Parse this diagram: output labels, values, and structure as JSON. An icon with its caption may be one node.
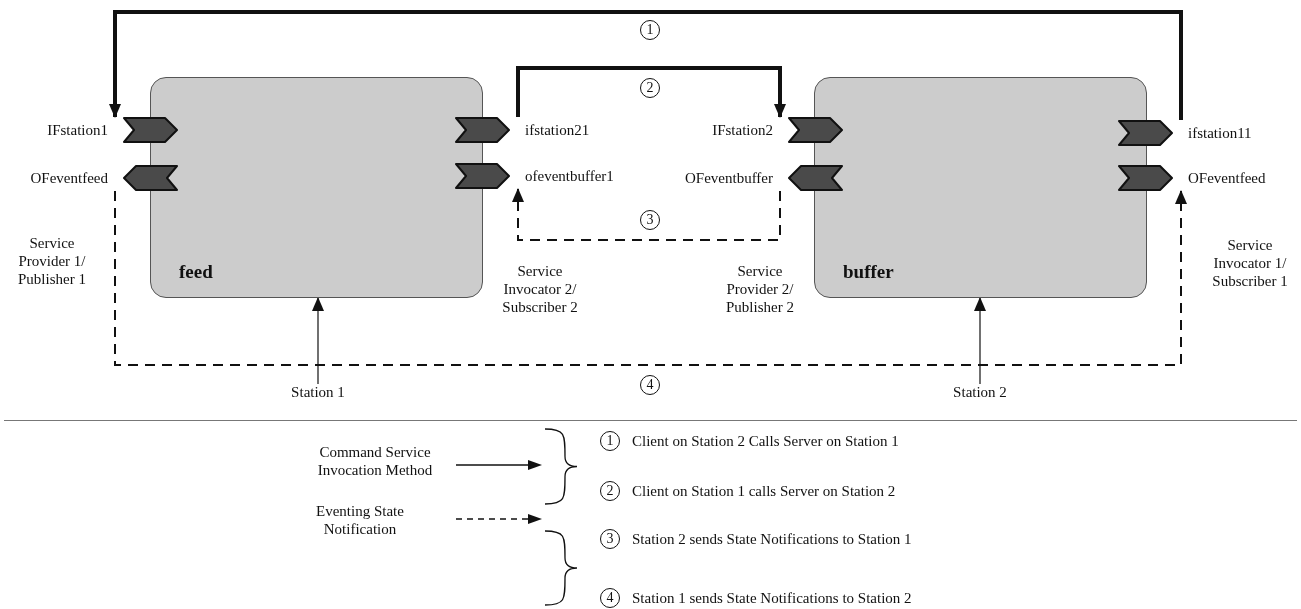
{
  "diagram": {
    "nodes": [
      {
        "text": [
          "feed"
        ]
      },
      {
        "text": [
          "buffer"
        ]
      },
      {
        "text": [
          "IFstation1"
        ]
      },
      {
        "text": [
          "OFeventfeed"
        ]
      },
      {
        "text": [
          "ifstation21"
        ]
      },
      {
        "text": [
          "ofeventbuffer1"
        ]
      },
      {
        "text": [
          "IFstation2"
        ]
      },
      {
        "text": [
          "OFeventbuffer"
        ]
      },
      {
        "text": [
          "ifstation11"
        ]
      },
      {
        "text": [
          "OFeventfeed"
        ]
      },
      {
        "text": [
          "Station 1"
        ]
      },
      {
        "text": [
          "Station 2"
        ]
      }
    ],
    "edges": [
      {
        "from": 8,
        "to": 2,
        "arrow": "to",
        "label": "1",
        "style": "thick"
      },
      {
        "from": 4,
        "to": 6,
        "arrow": "to",
        "label": "2",
        "style": "thick"
      },
      {
        "from": 7,
        "to": 5,
        "arrow": "to",
        "label": "3",
        "style": "dashed"
      },
      {
        "from": 3,
        "to": 9,
        "arrow": "to",
        "label": "4",
        "style": "dashed"
      },
      {
        "from": 10,
        "to": 0,
        "arrow": "to"
      },
      {
        "from": 11,
        "to": 1,
        "arrow": "to"
      }
    ],
    "labels": [
      "Service Provider 1/ Publisher 1",
      "Service Invocator 2/ Subscriber 2",
      "Service Provider 2/ Publisher 2",
      "Service Invocator 1/ Subscriber 1",
      "1",
      "Client on Station 2 Calls Server on Station 1",
      "2",
      "Client on Station 1 calls Server on Station 2",
      "3",
      "Station 2 sends State Notifications to Station 1",
      "4",
      "Station 1 sends State Notifications to Station 2"
    ],
    "legend": [
      {
        "text": "Command Service Invocation Method"
      },
      {
        "text": "Eventing State Notification"
      }
    ]
  }
}
